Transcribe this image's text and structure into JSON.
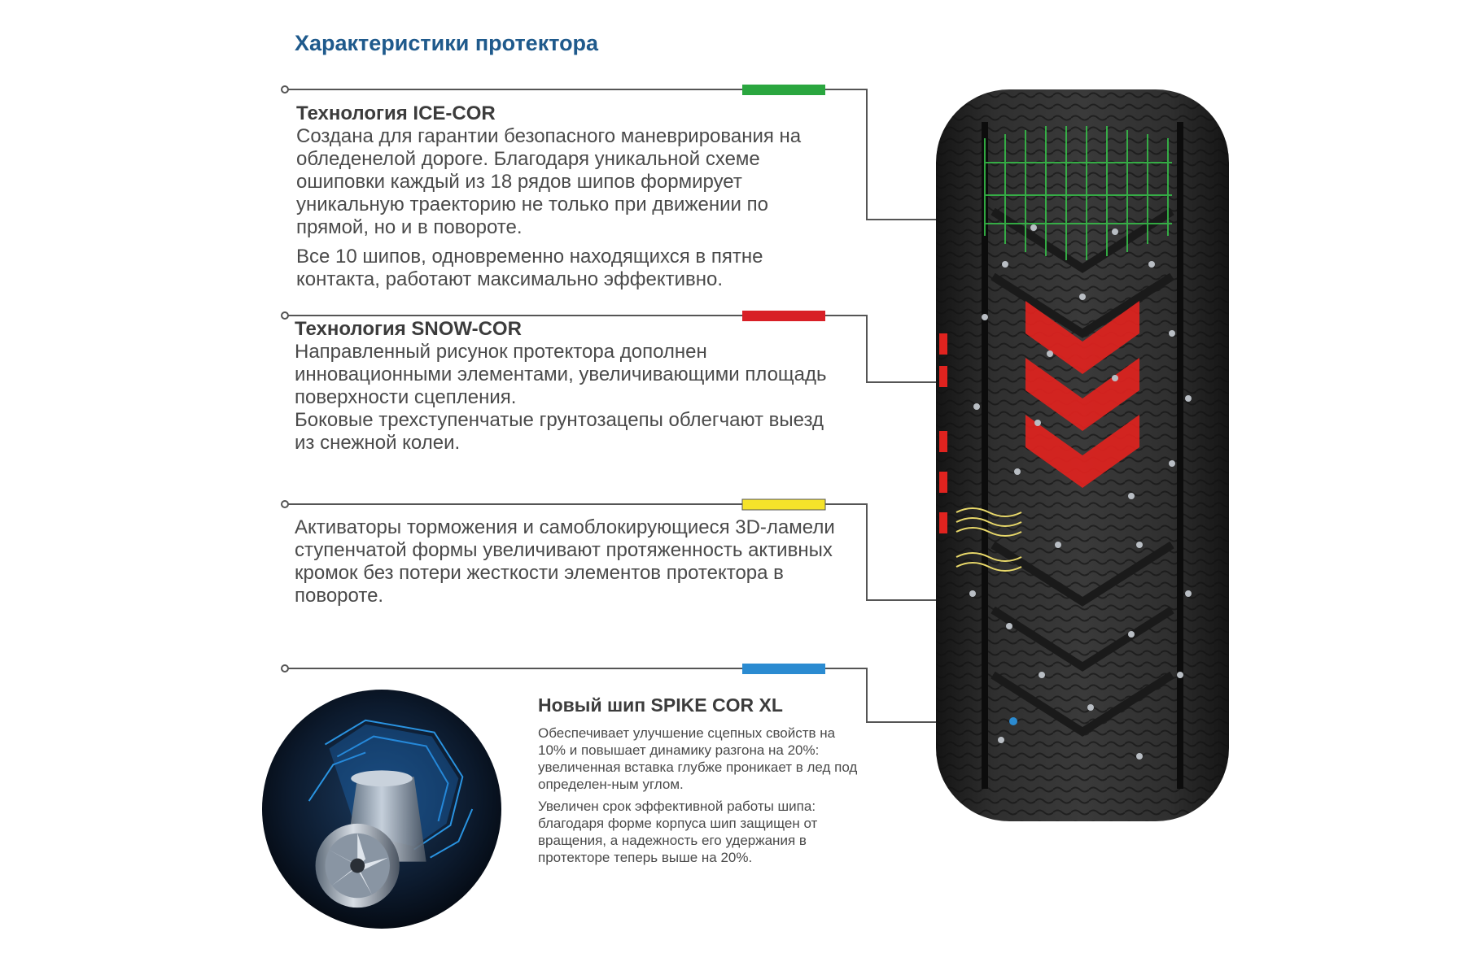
{
  "title": "Характеристики протектора",
  "colors": {
    "title": "#1f5a8c",
    "ice": "#2aa63f",
    "snow": "#d81f26",
    "brake": "#f5e32a",
    "spike": "#2b8bd1",
    "leader": "#555555"
  },
  "features": {
    "ice": {
      "heading": "Технология ICE-COR",
      "p1": "Создана для гарантии безопасного маневрирования на обледенелой дороге. Благодаря уникальной схеме ошиповки каждый из 18 рядов шипов формирует уникальную траекторию не только при движении по прямой, но и в повороте.",
      "p2": "Все 10 шипов, одновременно находящихся в пятне контакта, работают максимально эффективно."
    },
    "snow": {
      "heading": "Технология SNOW-COR",
      "p1": "Направленный рисунок протектора дополнен инновационными элементами, увеличивающими площадь поверхности сцепления.",
      "p2": "Боковые трехступенчатые  грунтозацепы  облегчают выезд из снежной колеи."
    },
    "brake": {
      "p1": "Активаторы торможения и самоблокирующиеся 3D-ламели ступенчатой формы увеличивают протяженность активных кромок без потери жесткости элементов протектора в  повороте."
    },
    "spike": {
      "heading": "Новый шип SPIKE COR XL",
      "p1": "Обеспечивает улучшение сцепных свойств на 10% и повышает динамику разгона на 20%: увеличенная вставка глубже проникает в лед под определен-ным углом.",
      "p2": "Увеличен срок эффективной работы шипа: благодаря форме корпуса шип защищен от вращения, а надежность его удержания в протекторе теперь выше на 20%."
    }
  },
  "icons": [
    "leader-dot-icon",
    "color-marker-icon",
    "spike-render-icon",
    "tire-tread-icon"
  ]
}
